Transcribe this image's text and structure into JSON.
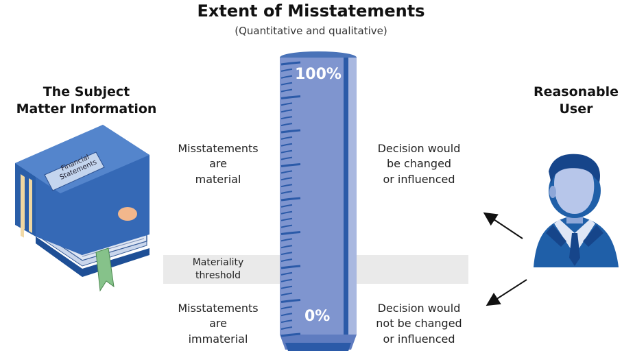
{
  "header": {
    "title": "Extent of Misstatements",
    "subtitle": "(Quantitative and qualitative)"
  },
  "left": {
    "heading_line1": "The Subject",
    "heading_line2": "Matter Information",
    "book_label_line1": "Financial",
    "book_label_line2": "Statements"
  },
  "right": {
    "heading_line1": "Reasonable",
    "heading_line2": "User"
  },
  "gauge": {
    "top_label": "100%",
    "bottom_label": "0%"
  },
  "upper": {
    "misstatements": [
      "Misstatements",
      "are",
      "material"
    ],
    "decision": [
      "Decision would",
      "be changed",
      "or influenced"
    ]
  },
  "lower": {
    "misstatements": [
      "Misstatements",
      "are",
      "immaterial"
    ],
    "decision": [
      "Decision would",
      "not be changed",
      "or influenced"
    ]
  },
  "threshold": {
    "line1": "Materiality",
    "line2": "threshold"
  },
  "colors": {
    "gauge_fill": "#7f95cf",
    "gauge_dark": "#2b5aa8",
    "book_cover": "#2f66b3",
    "person": "#1f5fa8"
  }
}
